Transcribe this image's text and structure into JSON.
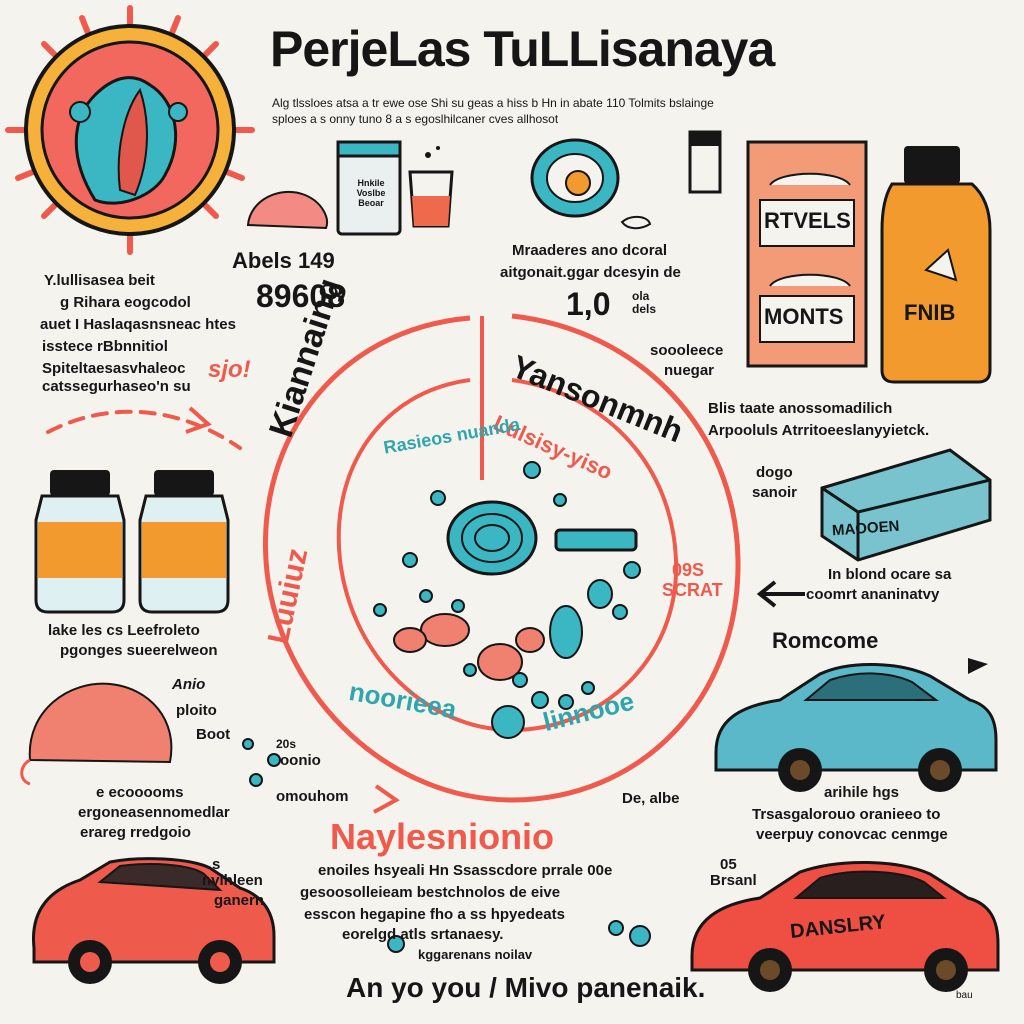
{
  "header": {
    "title": "PerjeLas TuLLisanaya",
    "subtitle_line1": "Alg tlssloes atsa a tr ewe ose Shi su geas a hiss b Hn in abate 110 Tolmits bslainge",
    "subtitle_line2": "sploes a s onny tuno 8 a s egoslhilcaner cves allhosot"
  },
  "left_column": {
    "code_label": "Abels 149",
    "code_number": "89608",
    "paragraph": [
      "Y.lullisasea beit",
      "g Rihara eogcodol",
      "auet I Haslaqasnsneac htes",
      "isstece rBbnnitiol",
      "Spiteltaesasvhaleoc",
      "catssegurhaseo'n su"
    ],
    "red_scribble": "sjo!",
    "jars_caption_1": "lake les cs Leefroleto",
    "jars_caption_2": "pgonges sueerelweon",
    "aside_1": "Anio",
    "aside_2": "ploito",
    "aside_3": "Boot",
    "aside_4": "20s",
    "aside_5": "oonio",
    "aside_6": "omouhom",
    "lower_par": [
      "e ecooooms",
      "ergoneasennomedlar",
      "erareg rredgoio"
    ],
    "car_note_1": "s",
    "car_note_2": "nvihleen",
    "car_note_3": "ganern"
  },
  "center": {
    "mid_label_1": "Mraaderes ano dcoral",
    "mid_label_2": "aitgonait.ggar dcesyin de",
    "mid_number": "1,0",
    "mid_small": "ola dels",
    "ring_words": {
      "left_top": "Kiannaing",
      "left_mid": "Luuiuz",
      "right_top": "Yansonmnh",
      "inner_top": "Lulsisy-yiso",
      "inner_left": "Rasieos nuanda",
      "bottom_left": "noorieea",
      "bottom_right": "linnooe",
      "right_inner": "09S",
      "right_inner_2": "SCRAT"
    },
    "footer_heading": "Naylesnionio",
    "footer_par": [
      "enoiles hsyeali Hn Ssasscdore prrale 00e",
      "gesoosolleieam bestchnolos de eive",
      "esscon hegapine fho a ss hpyedeats",
      "eorelgd atls srtanaesy."
    ],
    "footer_small": "kggarenans noilav",
    "footer_tagline": "An yo  you / Mivo panenaik."
  },
  "right_column": {
    "box_label_1": "RTVELS",
    "box_label_2": "MONTS",
    "bottle_label": "FNIB",
    "note_1": "soooleece",
    "note_2": "nuegar",
    "note_3": "Blis taate anossomadilich",
    "note_4": "Arpooluls Atrritoeeslanyyietck.",
    "dogo_1": "dogo",
    "dogo_2": "sanoir",
    "crate_label": "MAOOEN",
    "par_1": "In blond ocare sa",
    "par_2": "coomrt ananinatvy",
    "omcome": "Romcome",
    "lower_1": "arihile hgs",
    "lower_2": "Trsasgalorouo oranieeo to",
    "lower_3": "veerpuy conovcac cenmge",
    "note_05": "05",
    "note_brsan": "Brsanl",
    "car_label": "DANSLRY",
    "de_note": "De, albe",
    "corner": "bau"
  },
  "can_label": "Hnkile Voslbe Beoar",
  "colors": {
    "red": "#ef5a4c",
    "teal": "#2fa5ad",
    "orange": "#f39a2e",
    "pink": "#f38a83",
    "cream": "#f4f3ee",
    "virus": "#f2685f"
  }
}
